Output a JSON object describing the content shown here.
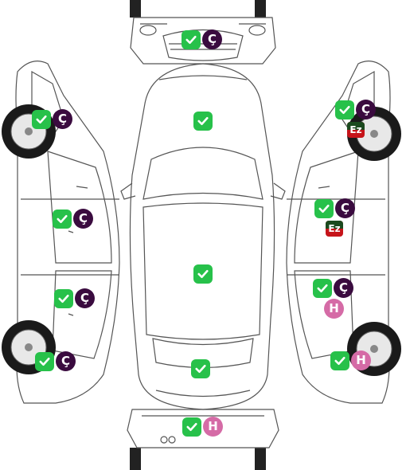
{
  "colors": {
    "ok_green": "#27c14a",
    "badge_c": "#3a0b3f",
    "badge_h": "#d56ba6",
    "badge_ez_red": "#c6141a",
    "badge_ez_green": "#1b4a1f",
    "line": "#444444",
    "tire": "#1a1a1a"
  },
  "icons": {
    "ok": "check-icon"
  },
  "codes": {
    "c": "Ç",
    "h": "H",
    "ez": "Ez"
  }
}
